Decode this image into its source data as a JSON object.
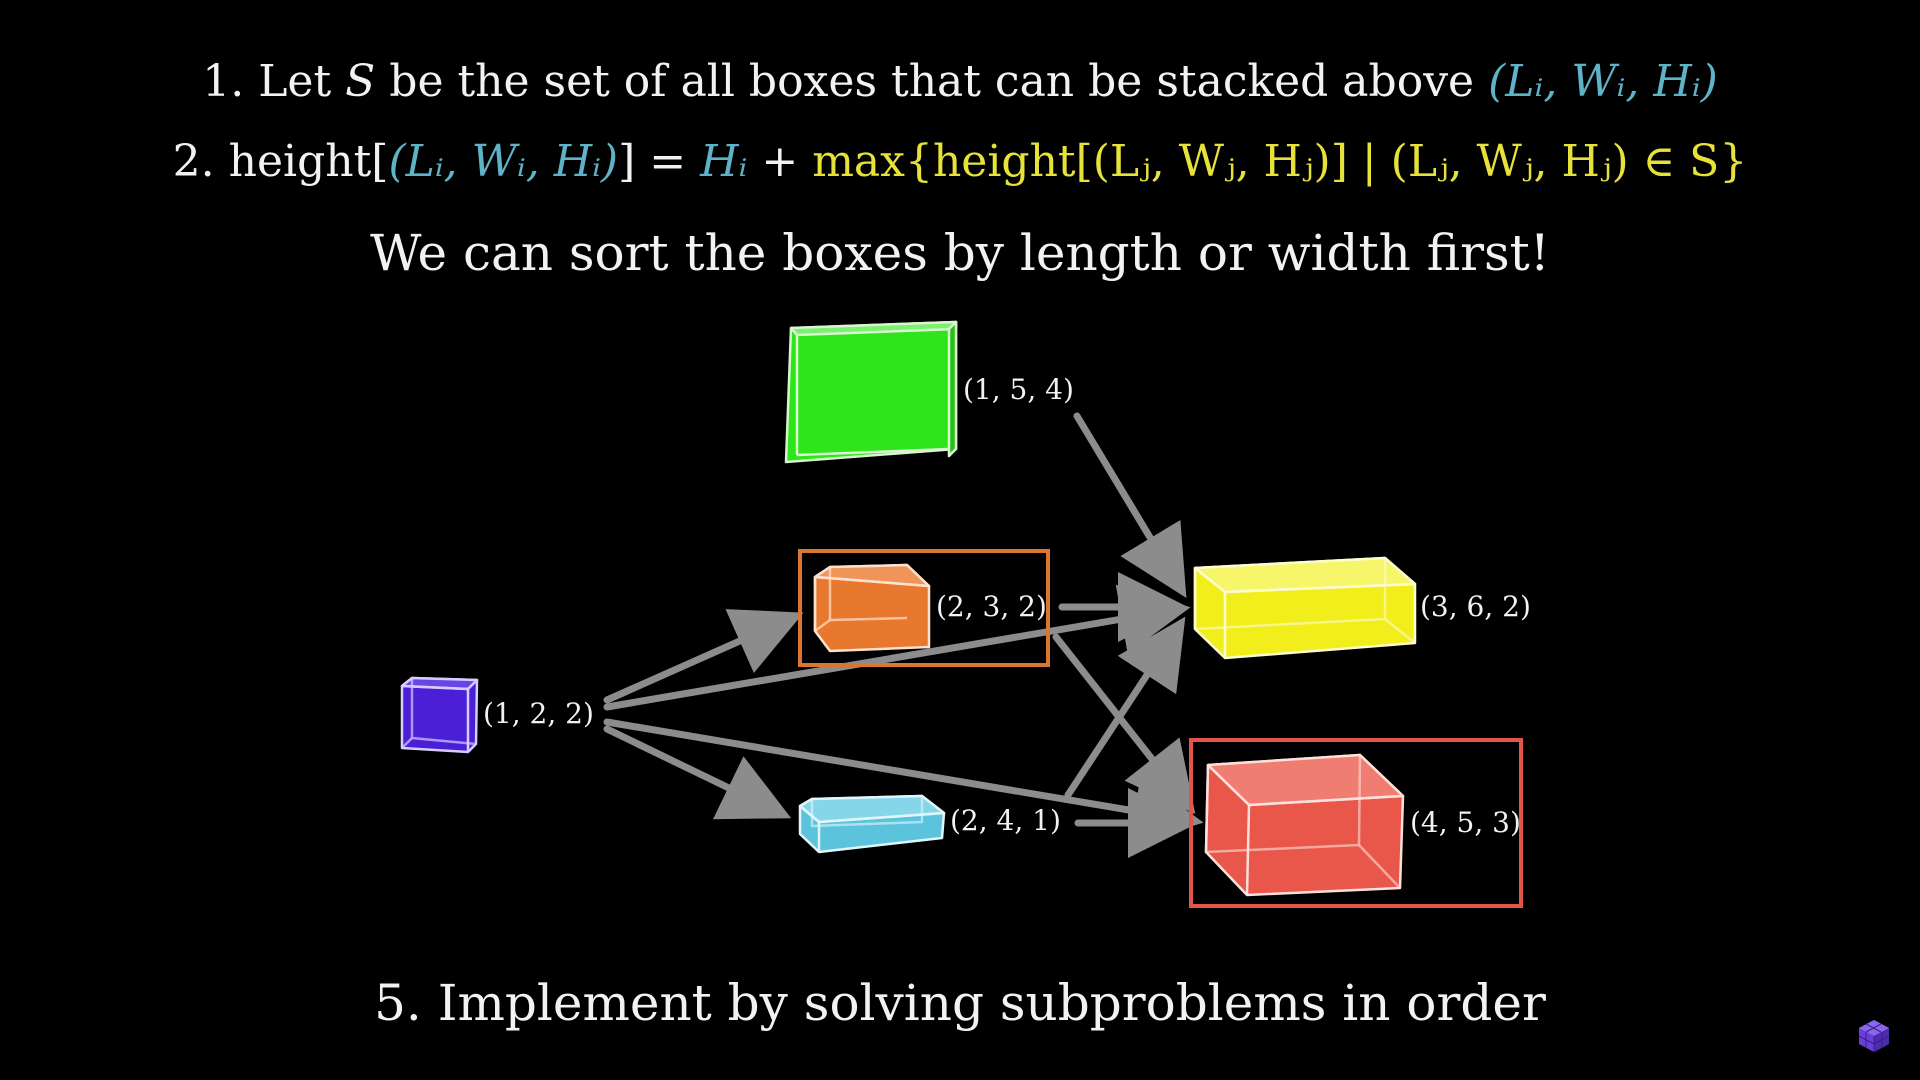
{
  "colors": {
    "background": "#000000",
    "text": "#f2f2f2",
    "math_blue": "#5fb3c8",
    "math_yellow": "#e6e23a",
    "arrow": "#8c8c8c",
    "highlight_orange": "#d9762f",
    "highlight_red": "#e2554a"
  },
  "formula_line_1": {
    "prefix": "1.  Let ",
    "set_symbol": "S",
    "middle": " be the set of all boxes that can be stacked above ",
    "box_i": "(Lᵢ, Wᵢ, Hᵢ)"
  },
  "formula_line_2": {
    "prefix": "2.  height[",
    "box_i": "(Lᵢ, Wᵢ, Hᵢ)",
    "mid": "] = ",
    "height_i": "Hᵢ",
    "plus": " + ",
    "max_expr": "max{height[(Lⱼ, Wⱼ, Hⱼ)] | (Lⱼ, Wⱼ, Hⱼ) ∈ S}"
  },
  "sort_note": "We can sort the boxes by length or width first!",
  "step_5": "5.  Implement by solving subproblems in order",
  "boxes": [
    {
      "id": "box-1-5-4",
      "label": "(1, 5, 4)",
      "color": "#2ee51c",
      "icon": "green-box-icon"
    },
    {
      "id": "box-2-3-2",
      "label": "(2, 3, 2)",
      "color": "#e8782e",
      "icon": "orange-box-icon",
      "highlighted": true
    },
    {
      "id": "box-1-2-2",
      "label": "(1, 2, 2)",
      "color": "#4a1fd6",
      "icon": "purple-box-icon"
    },
    {
      "id": "box-2-4-1",
      "label": "(2, 4, 1)",
      "color": "#5cc3dc",
      "icon": "blue-box-icon"
    },
    {
      "id": "box-3-6-2",
      "label": "(3, 6, 2)",
      "color": "#f2ee1c",
      "icon": "yellow-box-icon"
    },
    {
      "id": "box-4-5-3",
      "label": "(4, 5, 3)",
      "color": "#e8574a",
      "icon": "red-box-icon",
      "highlighted": true
    }
  ],
  "edges": [
    {
      "from": "(1, 5, 4)",
      "to": "(3, 6, 2)"
    },
    {
      "from": "(1, 2, 2)",
      "to": "(2, 3, 2)"
    },
    {
      "from": "(1, 2, 2)",
      "to": "(3, 6, 2)"
    },
    {
      "from": "(1, 2, 2)",
      "to": "(4, 5, 3)"
    },
    {
      "from": "(1, 2, 2)",
      "to": "(2, 4, 1)"
    },
    {
      "from": "(2, 3, 2)",
      "to": "(3, 6, 2)"
    },
    {
      "from": "(2, 3, 2)",
      "to": "(4, 5, 3)"
    },
    {
      "from": "(2, 4, 1)",
      "to": "(3, 6, 2)"
    },
    {
      "from": "(2, 4, 1)",
      "to": "(4, 5, 3)"
    }
  ],
  "logo": {
    "icon": "cube-logo-icon"
  }
}
